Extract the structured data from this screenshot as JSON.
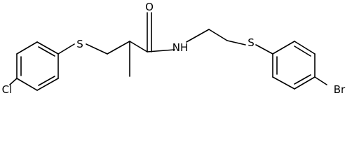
{
  "molecule": {
    "atoms": {
      "chlorine": "Cl",
      "sulfur_left": "S",
      "oxygen": "O",
      "nitrogen": "NH",
      "sulfur_right": "S",
      "bromine": "Br"
    }
  },
  "colors": {
    "bond": "#000000",
    "label": "#000000",
    "background": "#ffffff"
  }
}
